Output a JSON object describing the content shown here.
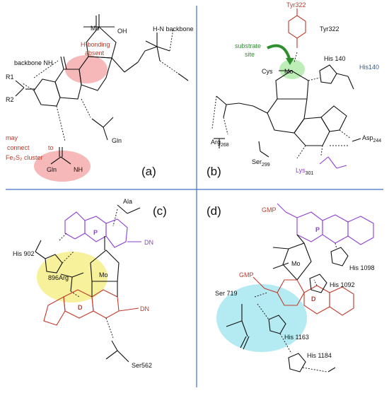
{
  "panels": {
    "a": {
      "label": "(a)",
      "mo": "Mo",
      "oh": "OH",
      "hn_backbone": "H-N backbone",
      "hbond_1": "H-bonding",
      "hbond_2": "absent",
      "backbone_nh": "backbone NH",
      "r1": "R1",
      "r2": "R2",
      "gln": "Gln",
      "gln2": "Gln",
      "nh2": "NH",
      "may": "may",
      "connect": "connect",
      "to": "to",
      "cluster": "Fe₂S₂ cluster"
    },
    "b": {
      "label": "(b)",
      "tyr_top": "Tyr322",
      "tyr_side": "Tyr322",
      "substrate": "substrate",
      "site": "site",
      "his140": "His 140",
      "his140b": "His140",
      "cys": "Cys",
      "mo": "Mo",
      "arg": "Arg",
      "arg_sub": "268",
      "ser": "Ser",
      "ser_sub": "299",
      "asp": "Asp",
      "asp_sub": "244",
      "lys": "Lys",
      "lys_sub": "301"
    },
    "c": {
      "label": "(c)",
      "ala": "Ala",
      "his902": "His 902",
      "arg896": "896Arg",
      "mo": "Mo",
      "p": "P",
      "d": "D",
      "dn1": "DN",
      "dn2": "DN",
      "ser562": "Ser562"
    },
    "d": {
      "label": "(d)",
      "gmp1": "GMP",
      "gmp2": "GMP",
      "p": "P",
      "d": "D",
      "mo": "Mo",
      "his1098": "His 1098",
      "his1092": "His 1092",
      "ser719": "Ser 719",
      "his1163": "His 1163",
      "his1184": "His 1184"
    }
  },
  "colors": {
    "red_highlight": "#f4a6a6",
    "green_highlight": "#b7ecb0",
    "yellow_highlight": "#f7ef8a",
    "cyan_highlight": "#a7e6ee",
    "divider": "#3f72c6",
    "red_text": "#c0392b",
    "purple_text": "#8e3fd1",
    "green_text": "#2f8f2f",
    "blue_text": "#2c5aa0"
  }
}
